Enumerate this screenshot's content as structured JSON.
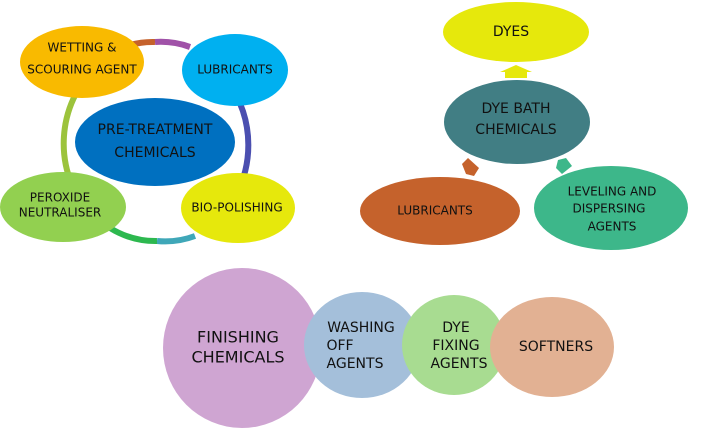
{
  "pretreatment": {
    "center": [
      "PRE-TREATMENT",
      "CHEMICALS"
    ],
    "wetting": [
      "WETTING &",
      "SCOURING AGENT"
    ],
    "lubricants": "LUBRICANTS",
    "peroxide": [
      "PEROXIDE",
      "NEUTRALISER"
    ],
    "biopolishing": "BIO-POLISHING"
  },
  "dyebath": {
    "center": [
      "DYE BATH",
      "CHEMICALS"
    ],
    "dyes": "DYES",
    "lubricants": "LUBRICANTS",
    "leveling": [
      "LEVELING AND",
      "DISPERSING",
      "AGENTS"
    ]
  },
  "finishing": {
    "main": [
      "FINISHING",
      "CHEMICALS"
    ],
    "washing": [
      "WASHING",
      "OFF",
      "AGENTS"
    ],
    "fixing": [
      "DYE",
      "FIXING",
      "AGENTS"
    ],
    "softners": "SOFTNERS"
  },
  "colors": {
    "wetting": "#F9BA00",
    "lubricants_blue": "#00B0F0",
    "pretreatment": "#0070C0",
    "peroxide": "#92D050",
    "biopolishing": "#E6E80C",
    "dyes": "#E6E80C",
    "dyebath": "#417E84",
    "lubricants_orange": "#C5622C",
    "leveling": "#3DB78A",
    "finishing": "#CFA5D2",
    "washing": "#A4BFDA",
    "fixing": "#A8DC91",
    "softners": "#E2B193"
  }
}
